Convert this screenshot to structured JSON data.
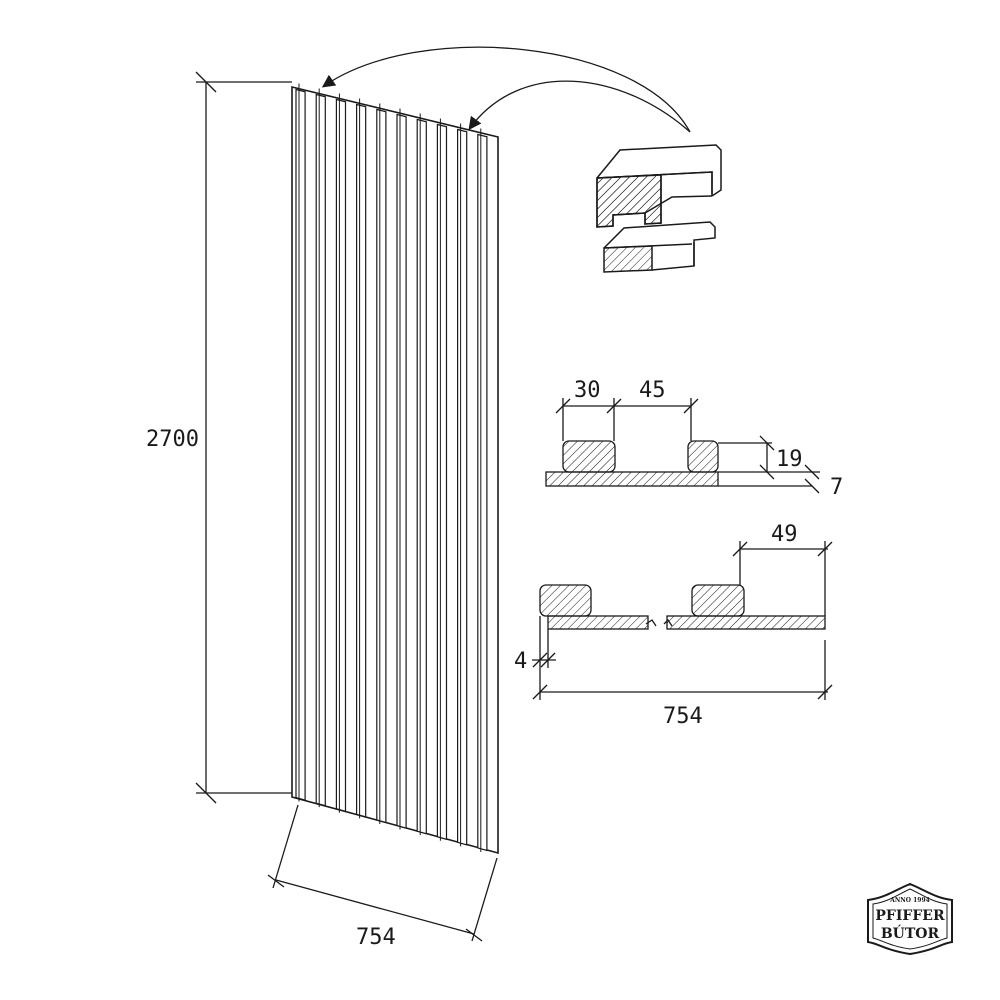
{
  "panel": {
    "height_label": "2700",
    "width_label": "754",
    "slat_count": 10
  },
  "section_detail": {
    "slat_width_label": "30",
    "gap_label": "45",
    "slat_height_label": "19",
    "base_thickness_label": "7"
  },
  "joint_detail": {
    "offset_label": "49",
    "edge_label": "4",
    "total_width_label": "754"
  },
  "logo": {
    "top_text": "ANNO 1994",
    "line1": "PFIFFER",
    "line2": "BÚTOR"
  },
  "colors": {
    "line": "#1a1a1a",
    "background": "#ffffff"
  }
}
